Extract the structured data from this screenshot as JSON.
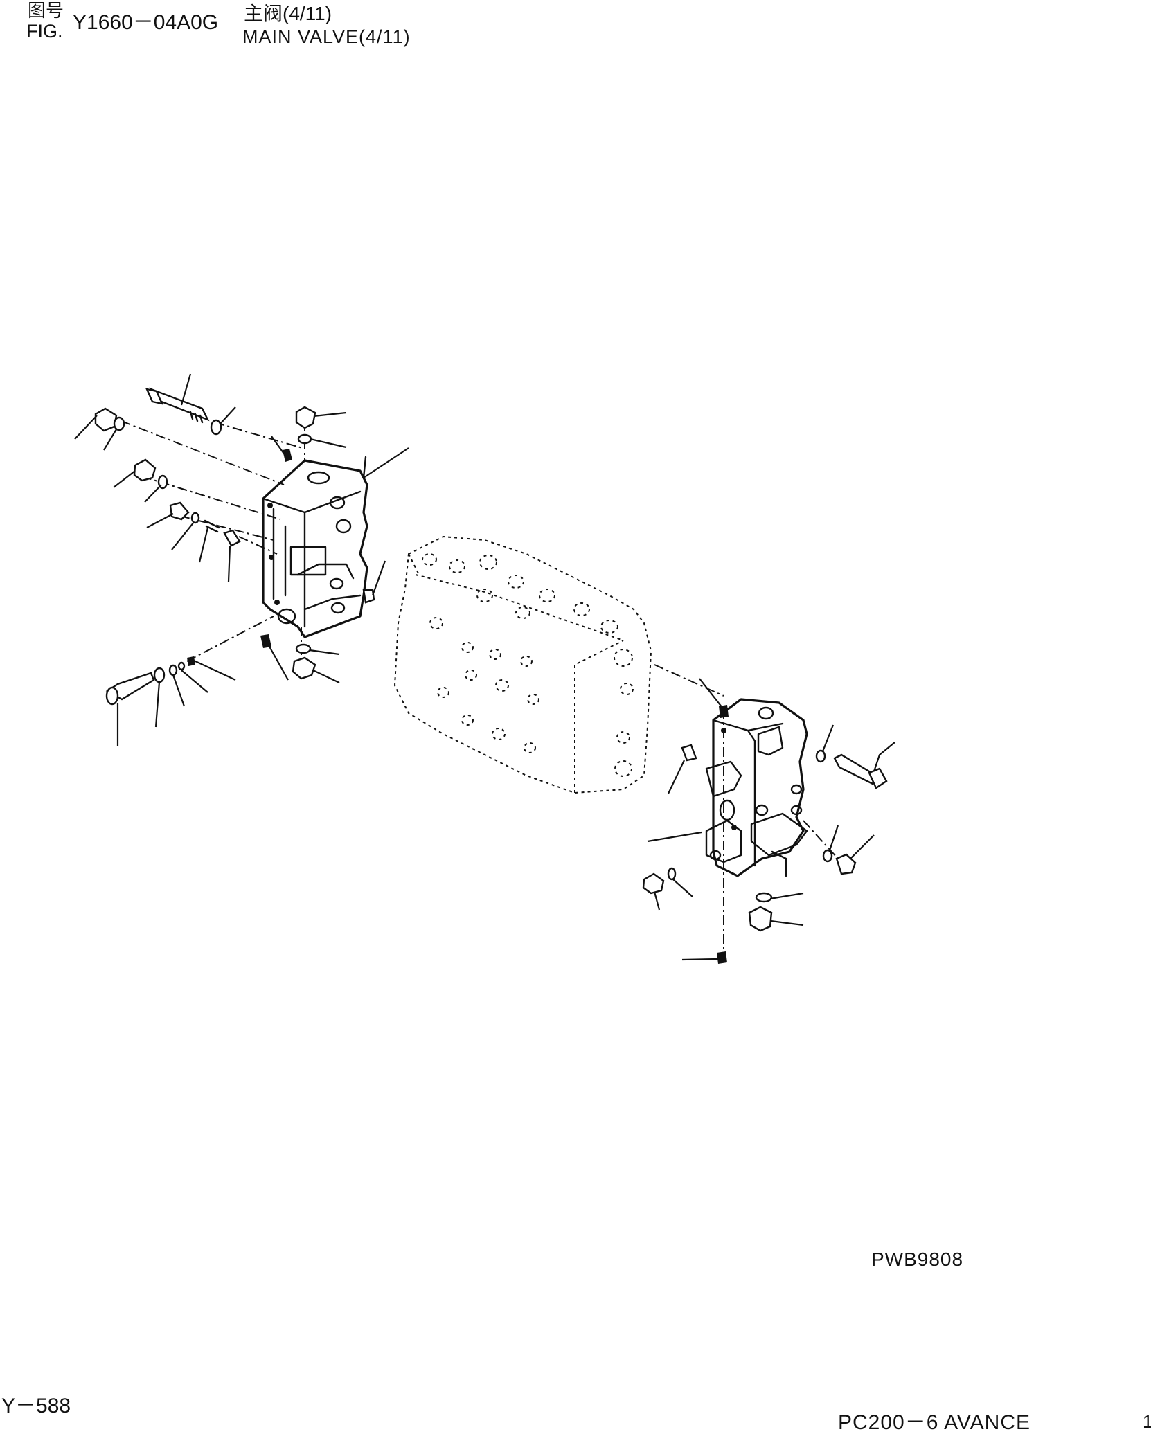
{
  "header": {
    "fig_label_cn": "图号",
    "fig_label_en": "FIG.",
    "fig_number": "Y1660－04A0G",
    "title_cn": "主阀(4/11)",
    "title_en": "MAIN VALVE(4/11)"
  },
  "diagram": {
    "drawing_code": "PWB9808"
  },
  "footer": {
    "page_number": "Y－588",
    "model_name": "PC200－6 AVANCE",
    "corner_mark": "1"
  }
}
